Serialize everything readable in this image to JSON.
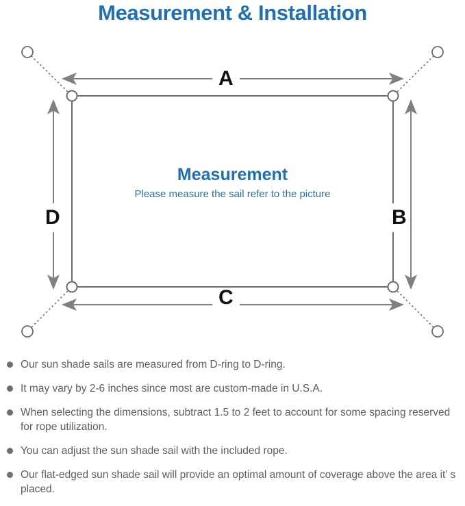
{
  "page": {
    "title": "Measurement & Installation",
    "title_color": "#1f6fb5",
    "background_color": "#ffffff"
  },
  "diagram": {
    "center_heading": "Measurement",
    "center_subtext": "Please measure the sail refer to the picture",
    "center_heading_color": "#1f6fb5",
    "center_subtext_color": "#2a6ea8",
    "line_color": "#808080",
    "sail_stroke_color": "#6b6b6b",
    "dimension_labels": {
      "top": "A",
      "right": "B",
      "bottom": "C",
      "left": "D"
    },
    "dimension_label_color": "#111111",
    "corners": [
      {
        "name": "top-left",
        "d_ring": true,
        "anchor_ring": true
      },
      {
        "name": "top-right",
        "d_ring": true,
        "anchor_ring": true
      },
      {
        "name": "bottom-left",
        "d_ring": true,
        "anchor_ring": true
      },
      {
        "name": "bottom-right",
        "d_ring": true,
        "anchor_ring": true
      }
    ]
  },
  "notes": {
    "bullet_color": "#6e6e6e",
    "text_color": "#5d5d5d",
    "items": [
      "Our sun shade sails are measured from D-ring to D-ring.",
      "It may vary by 2-6 inches since most are custom-made in U.S.A.",
      "When selecting the dimensions, subtract 1.5 to 2 feet to account for some spacing reserved for rope utilization.",
      "You can adjust the sun shade sail with the included rope.",
      "Our flat-edged sun shade sail will provide an optimal amount of coverage above the area it’ s placed."
    ]
  }
}
